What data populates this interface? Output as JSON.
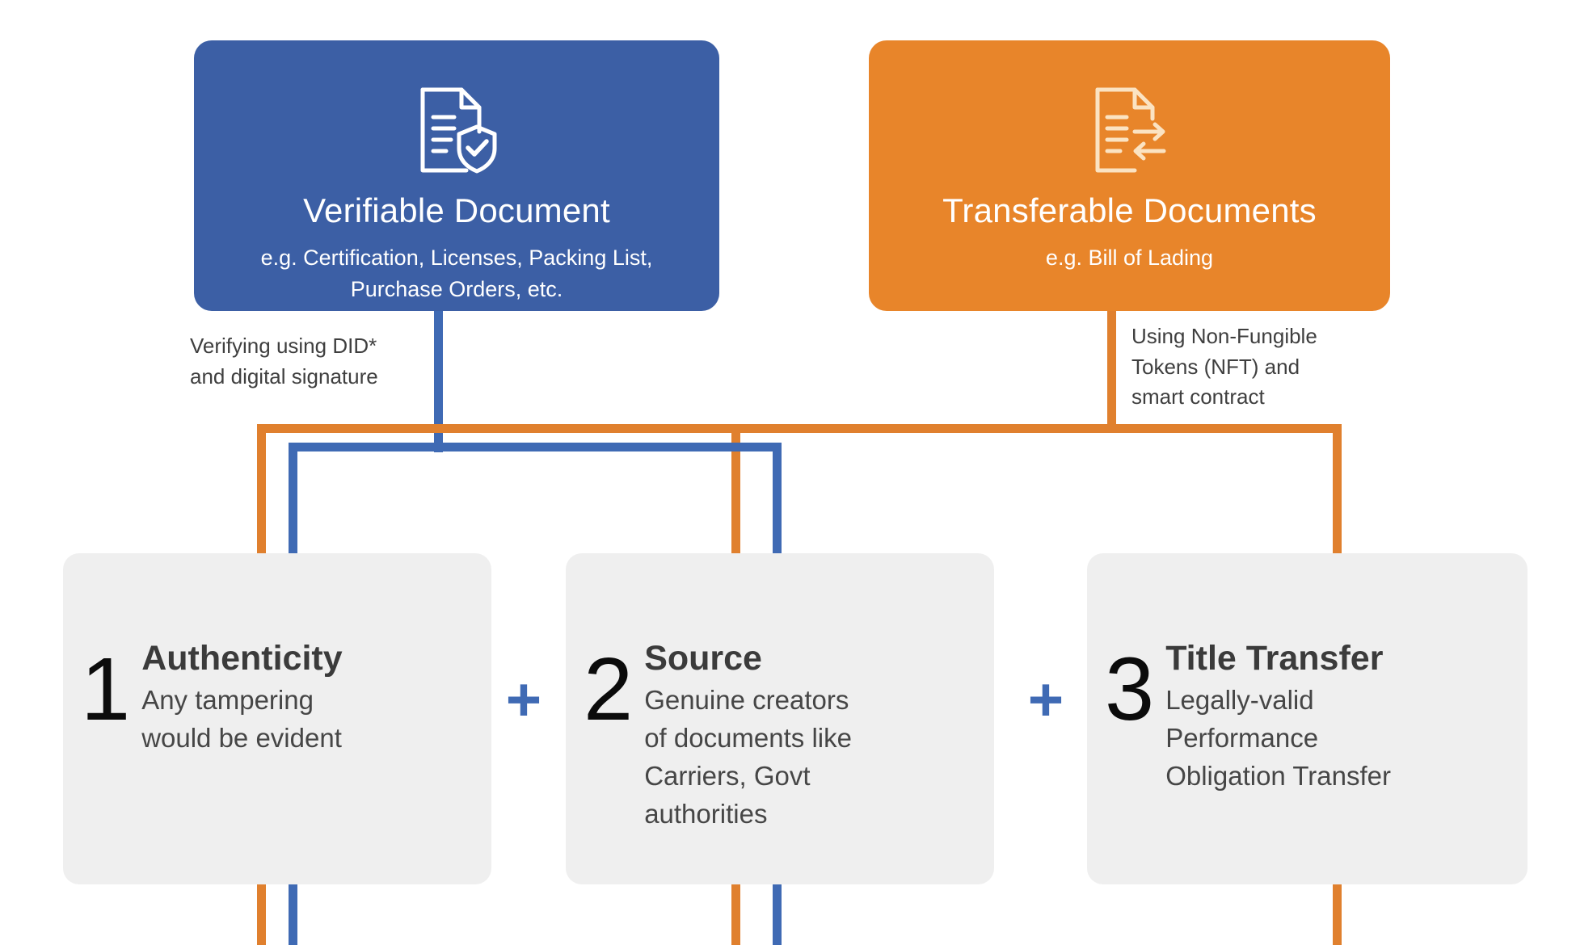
{
  "diagram": {
    "top_boxes": [
      {
        "id": "verifiable-document",
        "icon": "document-shield-check-icon",
        "title": "Verifiable Document",
        "subtitle": "e.g. Certification, Licenses, Packing List, Purchase Orders, etc.",
        "color": "#3c5fa5"
      },
      {
        "id": "transferable-documents",
        "icon": "document-transfer-arrows-icon",
        "title": "Transferable Documents",
        "subtitle": "e.g. Bill of Lading",
        "color": "#e8852a"
      }
    ],
    "connector_labels": [
      {
        "id": "verifying-method",
        "text": "Verifying using DID*\nand digital signature",
        "color": "#3f6ab4"
      },
      {
        "id": "nft-method",
        "text": "Using Non-Fungible\nTokens (NFT) and\nsmart contract",
        "color": "#e0802e"
      }
    ],
    "operators": [
      {
        "id": "plus-1",
        "symbol": "+"
      },
      {
        "id": "plus-2",
        "symbol": "+"
      }
    ],
    "cards": [
      {
        "number": "1",
        "title": "Authenticity",
        "description": "Any tampering\nwould be evident"
      },
      {
        "number": "2",
        "title": "Source",
        "description": "Genuine creators\nof documents like\nCarriers, Govt\nauthorities"
      },
      {
        "number": "3",
        "title": "Title Transfer",
        "description": "Legally-valid\nPerformance\nObligation Transfer"
      }
    ],
    "colors": {
      "blue": "#3c5fa5",
      "blue_line": "#3f6ab4",
      "orange": "#e8852a",
      "orange_line": "#e0802e",
      "card_bg": "#efefef",
      "text_dark": "#3b3b3b",
      "background": "#ffffff"
    }
  }
}
